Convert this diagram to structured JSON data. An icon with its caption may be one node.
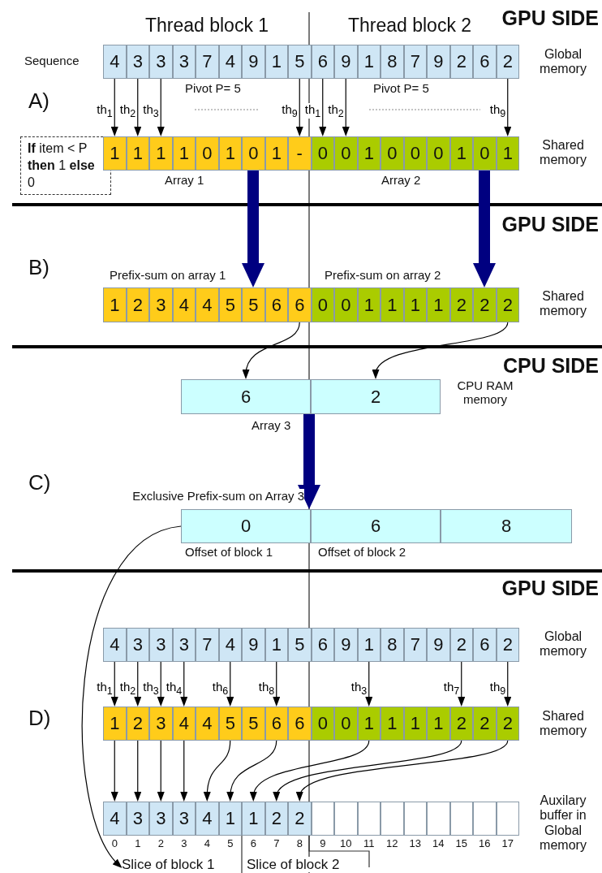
{
  "diagram": {
    "nodes": [
      {
        "text": [
          "4"
        ]
      },
      {
        "text": [
          "3"
        ]
      },
      {
        "text": [
          "3"
        ]
      },
      {
        "text": [
          "3"
        ]
      },
      {
        "text": [
          "7"
        ]
      },
      {
        "text": [
          "4"
        ]
      },
      {
        "text": [
          "9"
        ]
      },
      {
        "text": [
          "1"
        ]
      },
      {
        "text": [
          "5"
        ]
      },
      {
        "text": [
          "6"
        ]
      },
      {
        "text": [
          "9"
        ]
      },
      {
        "text": [
          "1"
        ]
      },
      {
        "text": [
          "8"
        ]
      },
      {
        "text": [
          "7"
        ]
      },
      {
        "text": [
          "9"
        ]
      },
      {
        "text": [
          "2"
        ]
      },
      {
        "text": [
          "6"
        ]
      },
      {
        "text": [
          "2"
        ]
      },
      {
        "text": [
          "**If** item < P **then** 1 **else** 0"
        ]
      },
      {
        "text": [
          "1"
        ]
      },
      {
        "text": [
          "1"
        ]
      },
      {
        "text": [
          "1"
        ]
      },
      {
        "text": [
          "1"
        ]
      },
      {
        "text": [
          "0"
        ]
      },
      {
        "text": [
          "1"
        ]
      },
      {
        "text": [
          "0"
        ]
      },
      {
        "text": [
          "1"
        ]
      },
      {
        "text": [
          "-"
        ]
      },
      {
        "text": [
          "0"
        ]
      },
      {
        "text": [
          "0"
        ]
      },
      {
        "text": [
          "1"
        ]
      },
      {
        "text": [
          "0"
        ]
      },
      {
        "text": [
          "0"
        ]
      },
      {
        "text": [
          "0"
        ]
      },
      {
        "text": [
          "1"
        ]
      },
      {
        "text": [
          "0"
        ]
      },
      {
        "text": [
          "1"
        ]
      },
      {
        "text": [
          "1"
        ]
      },
      {
        "text": [
          "2"
        ]
      },
      {
        "text": [
          "3"
        ]
      },
      {
        "text": [
          "4"
        ]
      },
      {
        "text": [
          "4"
        ]
      },
      {
        "text": [
          "5"
        ]
      },
      {
        "text": [
          "5"
        ]
      },
      {
        "text": [
          "6"
        ]
      },
      {
        "text": [
          "6"
        ]
      },
      {
        "text": [
          "0"
        ]
      },
      {
        "text": [
          "0"
        ]
      },
      {
        "text": [
          "1"
        ]
      },
      {
        "text": [
          "1"
        ]
      },
      {
        "text": [
          "1"
        ]
      },
      {
        "text": [
          "1"
        ]
      },
      {
        "text": [
          "2"
        ]
      },
      {
        "text": [
          "2"
        ]
      },
      {
        "text": [
          "2"
        ]
      },
      {
        "text": [
          "6"
        ]
      },
      {
        "text": [
          "2"
        ]
      },
      {
        "text": [
          "0"
        ]
      },
      {
        "text": [
          "6"
        ]
      },
      {
        "text": [
          "8"
        ]
      },
      {
        "text": [
          "4"
        ]
      },
      {
        "text": [
          "3"
        ]
      },
      {
        "text": [
          "3"
        ]
      },
      {
        "text": [
          "3"
        ]
      },
      {
        "text": [
          "7"
        ]
      },
      {
        "text": [
          "4"
        ]
      },
      {
        "text": [
          "9"
        ]
      },
      {
        "text": [
          "1"
        ]
      },
      {
        "text": [
          "5"
        ]
      },
      {
        "text": [
          "6"
        ]
      },
      {
        "text": [
          "9"
        ]
      },
      {
        "text": [
          "1"
        ]
      },
      {
        "text": [
          "8"
        ]
      },
      {
        "text": [
          "7"
        ]
      },
      {
        "text": [
          "9"
        ]
      },
      {
        "text": [
          "2"
        ]
      },
      {
        "text": [
          "6"
        ]
      },
      {
        "text": [
          "2"
        ]
      },
      {
        "text": [
          "1"
        ]
      },
      {
        "text": [
          "2"
        ]
      },
      {
        "text": [
          "3"
        ]
      },
      {
        "text": [
          "4"
        ]
      },
      {
        "text": [
          "4"
        ]
      },
      {
        "text": [
          "5"
        ]
      },
      {
        "text": [
          "5"
        ]
      },
      {
        "text": [
          "6"
        ]
      },
      {
        "text": [
          "6"
        ]
      },
      {
        "text": [
          "0"
        ]
      },
      {
        "text": [
          "0"
        ]
      },
      {
        "text": [
          "1"
        ]
      },
      {
        "text": [
          "1"
        ]
      },
      {
        "text": [
          "1"
        ]
      },
      {
        "text": [
          "1"
        ]
      },
      {
        "text": [
          "2"
        ]
      },
      {
        "text": [
          "2"
        ]
      },
      {
        "text": [
          "2"
        ]
      },
      {
        "text": [
          "4"
        ]
      },
      {
        "text": [
          "3"
        ]
      },
      {
        "text": [
          "3"
        ]
      },
      {
        "text": [
          "3"
        ]
      },
      {
        "text": [
          "4"
        ]
      },
      {
        "text": [
          "1"
        ]
      },
      {
        "text": [
          "1"
        ]
      },
      {
        "text": [
          "2"
        ]
      },
      {
        "text": [
          "2"
        ]
      },
      {
        "text": [],
        "shape": "box"
      },
      {
        "text": [],
        "shape": "box"
      },
      {
        "text": [],
        "shape": "box"
      },
      {
        "text": [],
        "shape": "box"
      },
      {
        "text": [],
        "shape": "box"
      },
      {
        "text": [],
        "shape": "box"
      },
      {
        "text": [],
        "shape": "box"
      },
      {
        "text": [],
        "shape": "box"
      },
      {
        "text": [],
        "shape": "box"
      },
      {
        "text": [
          "Slice of block 1"
        ]
      }
    ],
    "edges": [
      {
        "from": 0,
        "to": 19,
        "arrow": "to",
        "label": "th$_{1}$"
      },
      {
        "from": 1,
        "to": 20,
        "arrow": "to",
        "label": "th$_{2}$"
      },
      {
        "from": 2,
        "to": 21,
        "arrow": "to",
        "label": "th$_{3}$"
      },
      {
        "from": 8,
        "to": 27,
        "arrow": "to",
        "label": "th$_{9}$"
      },
      {
        "from": 9,
        "to": 28,
        "arrow": "to",
        "label": "th$_{1}$"
      },
      {
        "from": 10,
        "to": 29,
        "arrow": "to",
        "label": "th$_{2}$"
      },
      {
        "from": 17,
        "to": 36,
        "arrow": "to",
        "label": "th$_{9}$"
      },
      {
        "from": 25,
        "to": 43,
        "arrow": "to",
        "style": "thick",
        "color": "#000080"
      },
      {
        "from": 35,
        "to": 53,
        "arrow": "to",
        "style": "thick",
        "color": "#000080"
      },
      {
        "from": 45,
        "to": 55,
        "arrow": "to"
      },
      {
        "from": 54,
        "to": 56,
        "arrow": "to"
      },
      {
        "from": 55,
        "to": 57,
        "arrow": "to",
        "style": "thick",
        "color": "#000080"
      },
      {
        "from": 57,
        "to": 114,
        "arrow": "to"
      },
      {
        "from": 60,
        "to": 78,
        "arrow": "to",
        "label": "th$_{1}$"
      },
      {
        "from": 61,
        "to": 79,
        "arrow": "to",
        "label": "th$_{2}$"
      },
      {
        "from": 62,
        "to": 80,
        "arrow": "to",
        "label": "th$_{3}$"
      },
      {
        "from": 63,
        "to": 81,
        "arrow": "to",
        "label": "th$_{4}$"
      },
      {
        "from": 65,
        "to": 83,
        "arrow": "to",
        "label": "th$_{6}$"
      },
      {
        "from": 67,
        "to": 85,
        "arrow": "to",
        "label": "th$_{8}$"
      },
      {
        "from": 71,
        "to": 89,
        "arrow": "to",
        "label": "th$_{3}$"
      },
      {
        "from": 75,
        "to": 93,
        "arrow": "to",
        "label": "th$_{7}$"
      },
      {
        "from": 77,
        "to": 95,
        "arrow": "to",
        "label": "th$_{9}$"
      },
      {
        "from": 78,
        "to": 96,
        "arrow": "to"
      },
      {
        "from": 79,
        "to": 97,
        "arrow": "to"
      },
      {
        "from": 80,
        "to": 98,
        "arrow": "to"
      },
      {
        "from": 81,
        "to": 99,
        "arrow": "to"
      },
      {
        "from": 83,
        "to": 100,
        "arrow": "to"
      },
      {
        "from": 85,
        "to": 101,
        "arrow": "to"
      },
      {
        "from": 89,
        "to": 102,
        "arrow": "to"
      },
      {
        "from": 93,
        "to": 103,
        "arrow": "to"
      },
      {
        "from": 95,
        "to": 104,
        "arrow": "to"
      }
    ],
    "labels": [
      "Thread block 1",
      "Thread block 2",
      "GPU SIDE",
      "Sequence",
      "Global memory",
      "A)",
      "Pivot P= 5",
      "Pivot P= 5",
      "Shared memory",
      "Array 1",
      "Array 2",
      "GPU SIDE",
      "B)",
      "Prefix-sum on array 1",
      "Prefix-sum on array 2",
      "Shared memory",
      "CPU SIDE",
      "CPU RAM memory",
      "Array 3",
      "C)",
      "Exclusive Prefix-sum on Array 3",
      "Offset of block 1",
      "Offset of block 2",
      "GPU SIDE",
      "Global memory",
      "D)",
      "Shared memory",
      "Auxilary buffer in Global memory",
      "0",
      "1",
      "2",
      "3",
      "4",
      "5",
      "6",
      "7",
      "8",
      "9",
      "10",
      "11",
      "12",
      "13",
      "14",
      "15",
      "16",
      "17",
      "Slice of block 2"
    ]
  }
}
